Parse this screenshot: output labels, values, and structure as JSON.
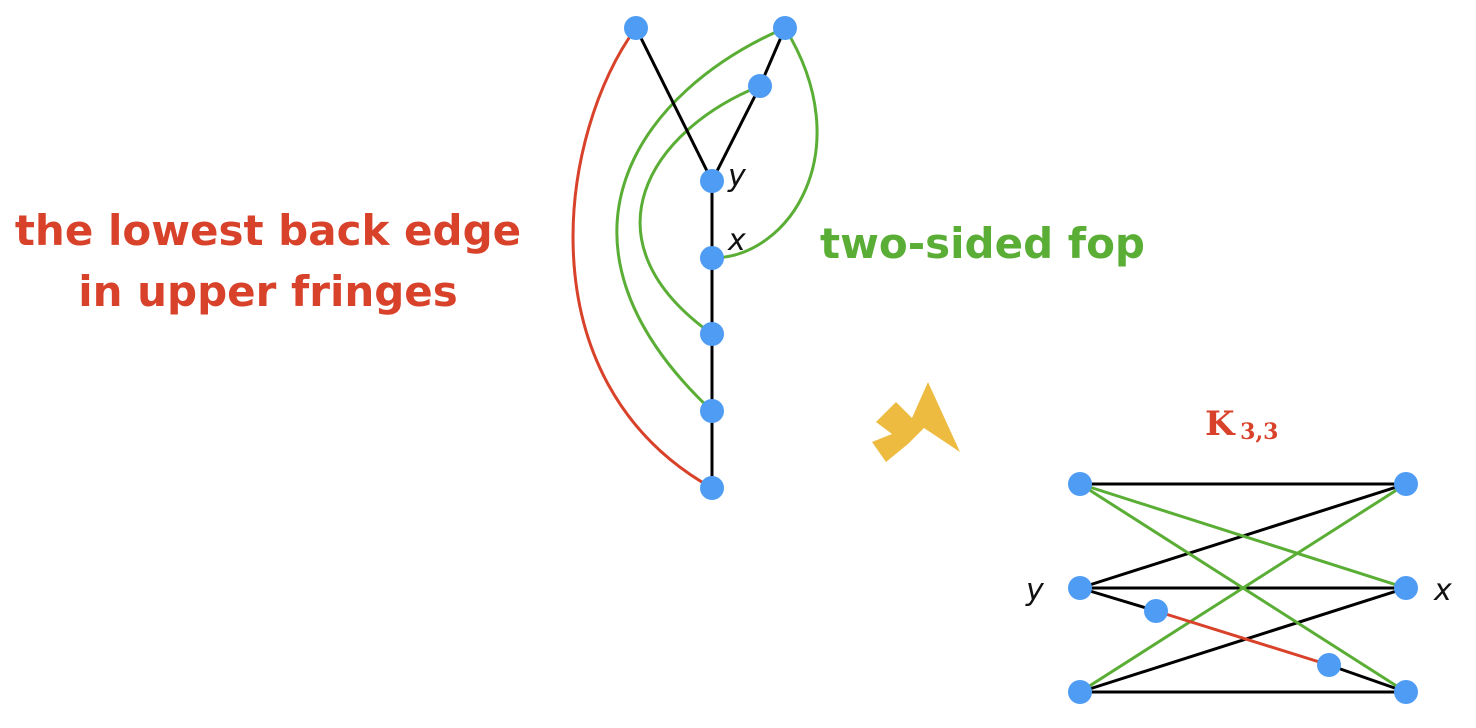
{
  "captions": {
    "lowest_back_edge_line1": "the lowest back edge",
    "lowest_back_edge_line2": "in upper fringes",
    "two_sided_fop": "two-sided fop"
  },
  "labels": {
    "tree_y": "y",
    "tree_x": "x",
    "k33_y": "y",
    "k33_x": "x"
  },
  "k33_title": {
    "main": "K",
    "sub": "3,3"
  },
  "colors": {
    "node": "#4e9cf3",
    "tree_edge": "#000000",
    "fop_edge": "#5aae35",
    "back_edge": "#d9422a",
    "arrow": "#ecbb40"
  }
}
